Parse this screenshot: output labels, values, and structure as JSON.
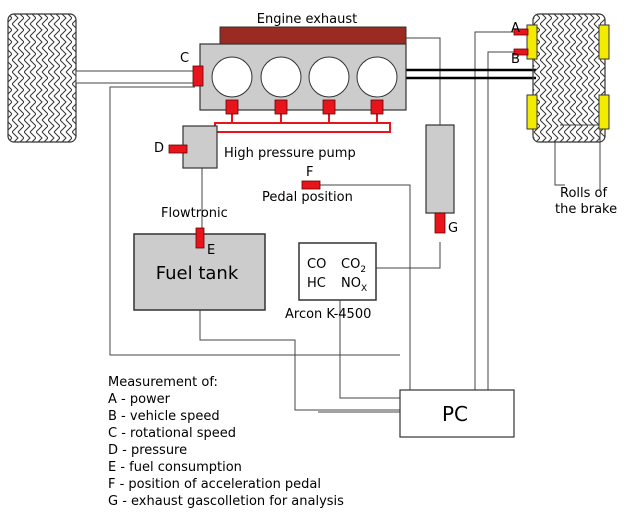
{
  "title": "",
  "labels": {
    "engine_exhaust": "Engine exhaust",
    "high_pressure_pump": "High pressure pump",
    "pedal_position": "Pedal position",
    "flowtronic": "Flowtronic",
    "fuel_tank": "Fuel tank",
    "analyzer": "Arcon K-4500",
    "rolls_line1": "Rolls of",
    "rolls_line2": "the brake",
    "pc": "PC"
  },
  "gases": {
    "co": "CO",
    "co2_base": "CO",
    "co2_sub": "2",
    "hc": "HC",
    "nox_base": "NO",
    "nox_sub": "X"
  },
  "sensors": {
    "a": "A",
    "b": "B",
    "c": "C",
    "d": "D",
    "e": "E",
    "f": "F",
    "g": "G"
  },
  "legend": {
    "heading": "Measurement of:",
    "items": [
      "A - power",
      "B - vehicle speed",
      "C - rotational speed",
      "D - pressure",
      "E - fuel consumption",
      "F - position of acceleration pedal",
      "G - exhaust gascolletion for analysis"
    ]
  },
  "colors": {
    "sensor_red": "#e8141c",
    "exhaust_brown": "#9a2a22",
    "roll_yellow": "#f4ec00",
    "block_gray": "#cccccc",
    "line_gray": "#444444"
  }
}
